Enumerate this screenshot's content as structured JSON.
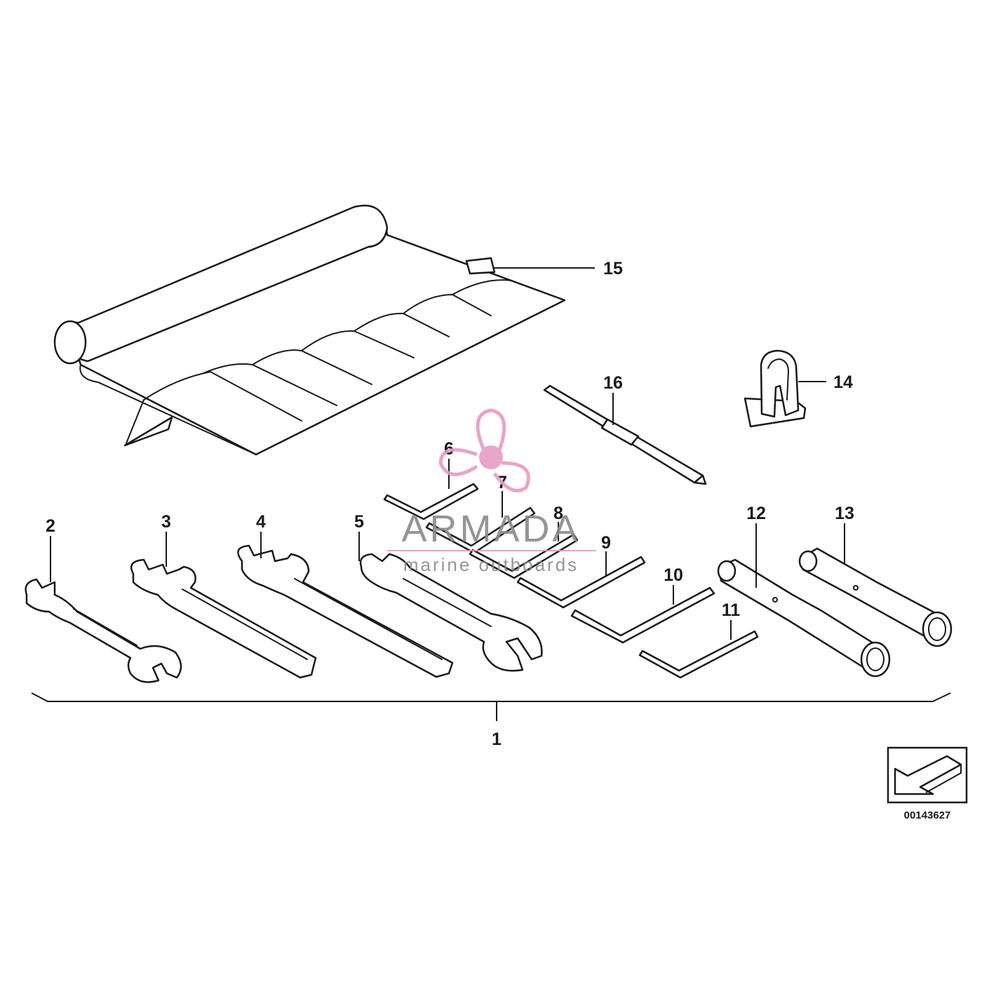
{
  "diagram": {
    "callouts": [
      "1",
      "2",
      "3",
      "4",
      "5",
      "6",
      "7",
      "8",
      "9",
      "10",
      "11",
      "12",
      "13",
      "14",
      "15",
      "16"
    ],
    "reference_code": "00143627",
    "watermark": {
      "brand": "ARMADA",
      "tagline": "marine outboards",
      "color": "#e79bc4"
    },
    "line_color": "#1a1a1a"
  }
}
